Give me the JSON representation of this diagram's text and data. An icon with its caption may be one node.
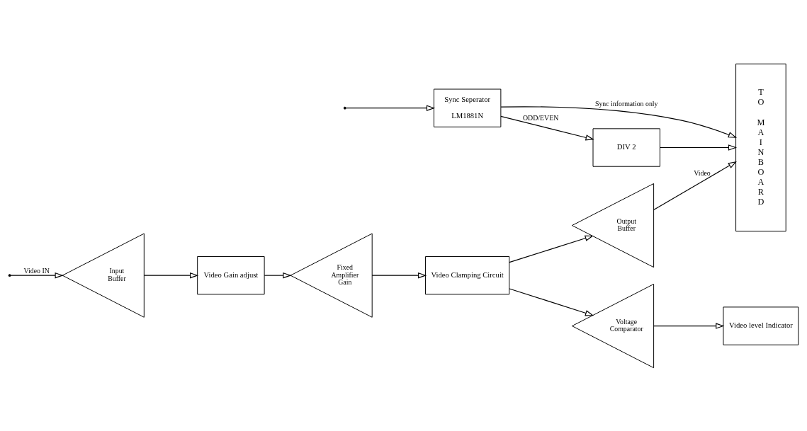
{
  "diagram": {
    "nodes": [
      {
        "text": [
          "Input Buffer"
        ]
      },
      {
        "text": [
          "Video Gain adjust"
        ]
      },
      {
        "text": [
          "Fixed Amplifier Gain"
        ]
      },
      {
        "text": [
          "Video Clamping Circuit"
        ]
      },
      {
        "text": [
          "Voltage Comparator"
        ]
      },
      {
        "text": [
          "Video level Indicator"
        ]
      },
      {
        "text": [
          "Output Buffer"
        ]
      },
      {
        "text": [
          "TO MAINBOARD"
        ]
      },
      {
        "text": [
          "Sync Seperator",
          "LM1881N"
        ]
      },
      {
        "text": [
          "DIV 2"
        ]
      }
    ],
    "edges": [
      {
        "from": null,
        "to": 0,
        "arrow": "to",
        "label": "Video IN"
      },
      {
        "from": null,
        "to": 8,
        "arrow": "to"
      },
      {
        "from": 0,
        "to": 1,
        "arrow": "to"
      },
      {
        "from": 1,
        "to": 2,
        "arrow": "to"
      },
      {
        "from": 2,
        "to": 3,
        "arrow": "to"
      },
      {
        "from": 3,
        "to": 4,
        "arrow": "to"
      },
      {
        "from": 3,
        "to": 6,
        "arrow": "to"
      },
      {
        "from": 4,
        "to": 5,
        "arrow": "to"
      },
      {
        "from": 6,
        "to": 7,
        "arrow": "to",
        "label": "Video"
      },
      {
        "from": 8,
        "to": 9,
        "arrow": "to",
        "label": "ODD/EVEN"
      },
      {
        "from": 9,
        "to": 7,
        "arrow": "to"
      },
      {
        "from": 8,
        "to": 7,
        "arrow": "to",
        "label": "Sync information only"
      }
    ]
  }
}
